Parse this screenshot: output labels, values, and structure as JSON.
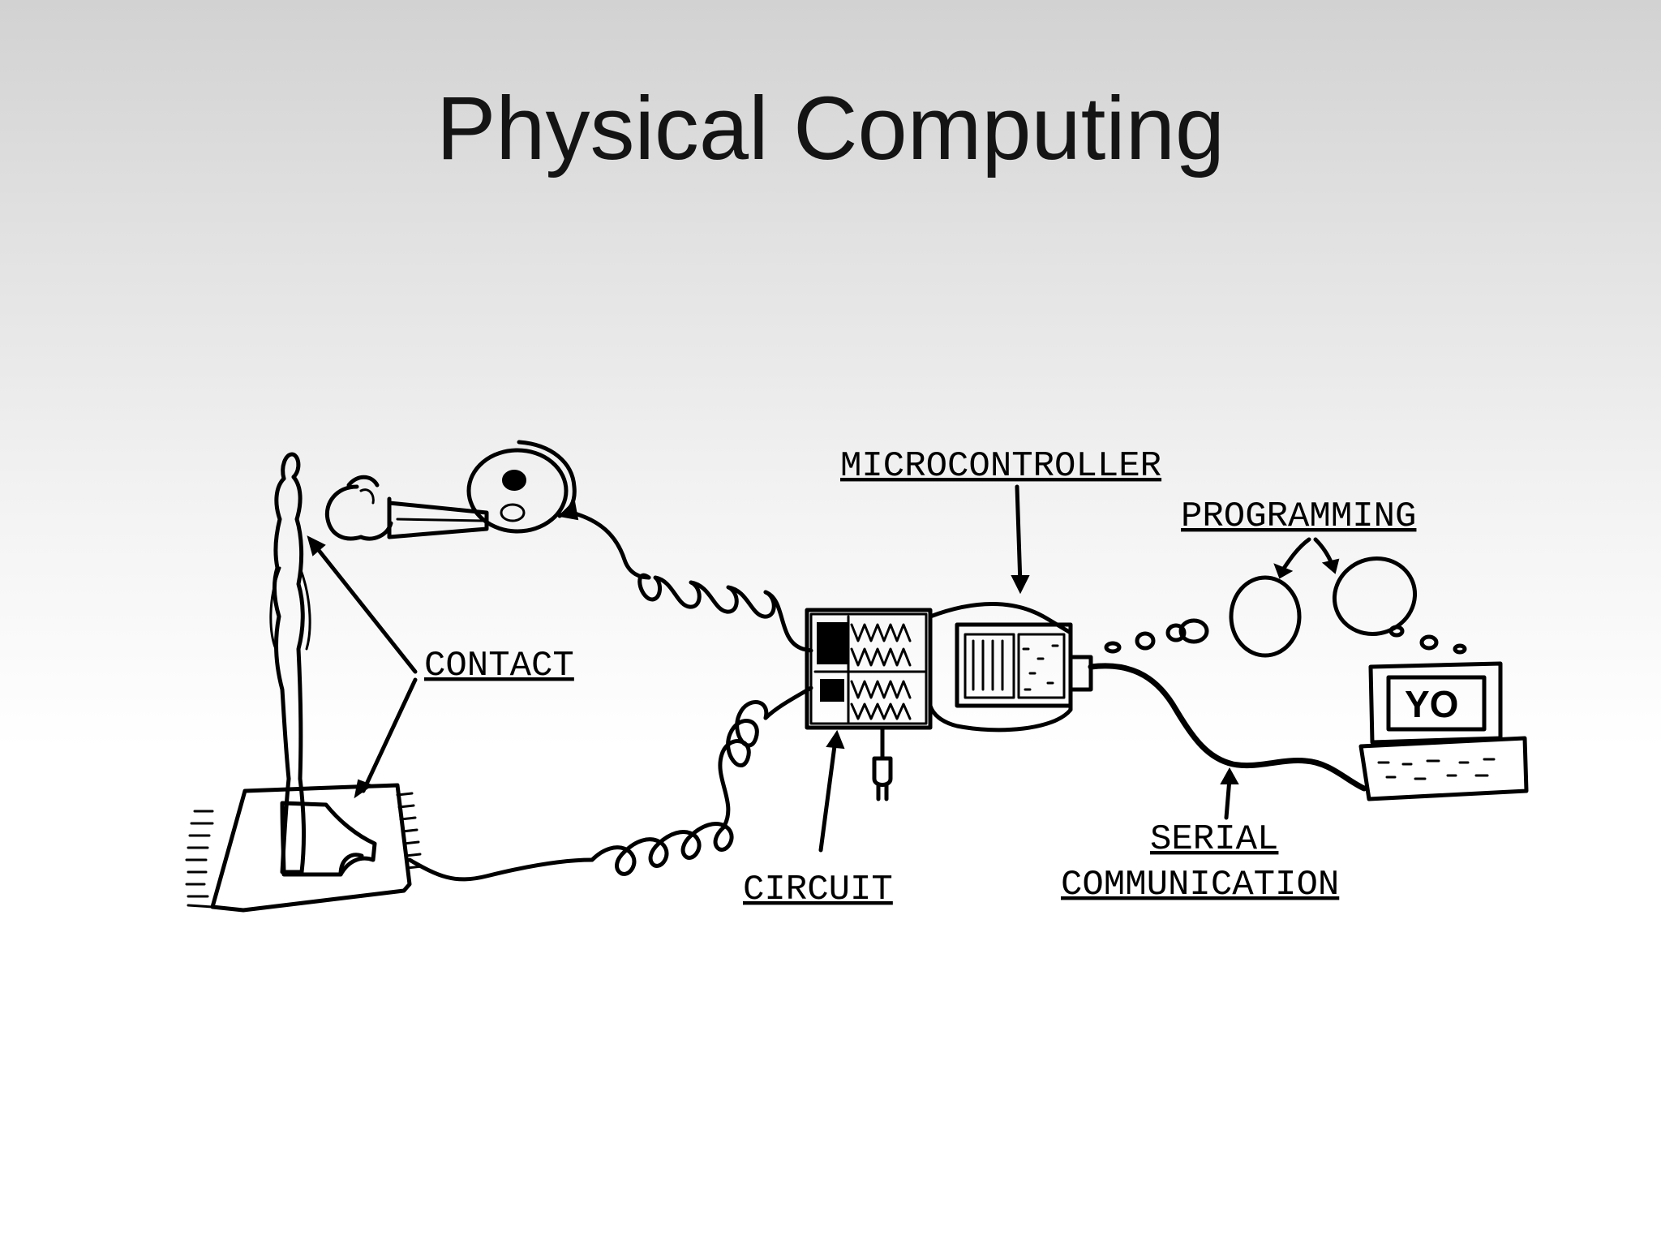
{
  "slide": {
    "title": "Physical Computing"
  },
  "diagram": {
    "labels": {
      "microcontroller": "MICROCONTROLLER",
      "programming": "PROGRAMMING",
      "contact": "CONTACT",
      "circuit": "CIRCUIT",
      "serial_line1": "SERIAL",
      "serial_line2": "COMMUNICATION",
      "screen_text": "YO"
    }
  }
}
